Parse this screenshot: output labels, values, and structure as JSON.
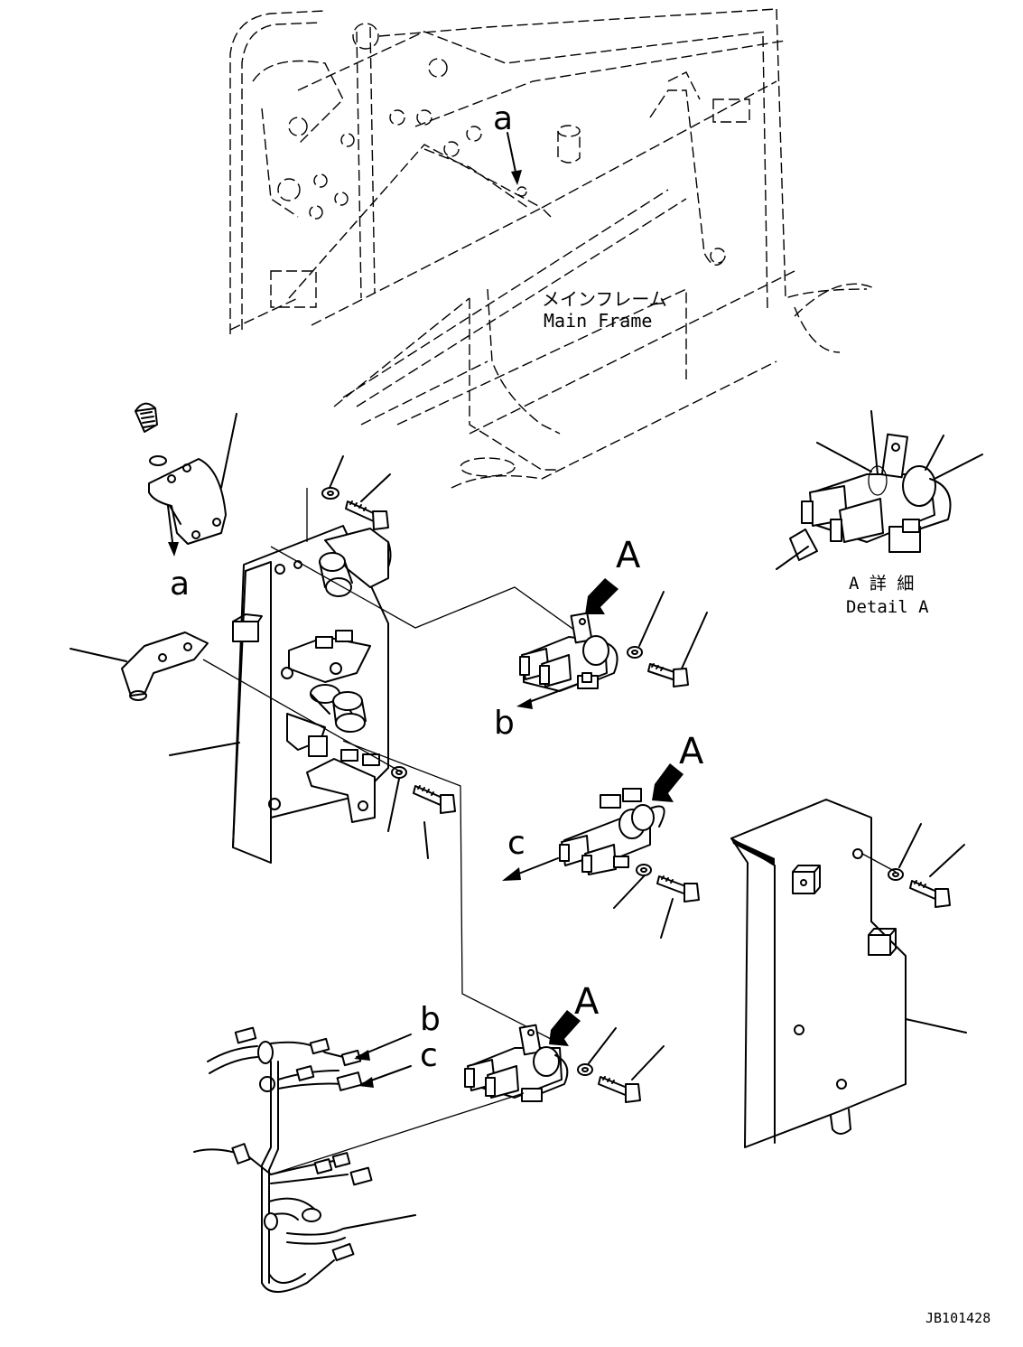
{
  "labels": {
    "main_frame_ja": "メインフレーム",
    "main_frame_en": "Main Frame",
    "detail_ja": "A 詳 細",
    "detail_en": "Detail A",
    "drawing_no": "JB101428"
  },
  "letters": {
    "a_top": "a",
    "a_left": "a",
    "A1": "A",
    "A2": "A",
    "A3": "A",
    "b1": "b",
    "c1": "c",
    "b2": "b",
    "c2": "c"
  }
}
